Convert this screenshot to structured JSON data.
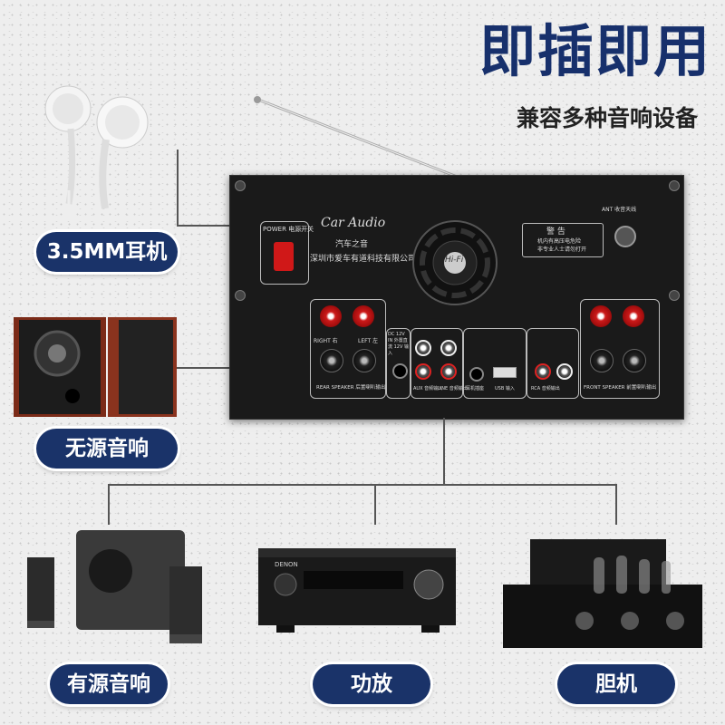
{
  "header": {
    "title": "即插即用",
    "subtitle": "兼容多种音响设备"
  },
  "labels": {
    "earphones": "3.5MM耳机",
    "passive_speakers": "无源音响",
    "active_speakers": "有源音响",
    "amplifier": "功放",
    "tube_amp": "胆机"
  },
  "panel": {
    "power_label": "POWER 电源开关",
    "brand": "Car Audio",
    "brand_cn": "汽车之音",
    "company": "深圳市爱车有道科技有限公司",
    "fan_label": "Hi-Fi",
    "warning_title": "警 告",
    "warning_line1": "机内有高压电危险",
    "warning_line2": "非专业人士请勿打开",
    "antenna_label": "ANT 收音天线",
    "rear_speaker": "REAR SPEAKER 后置喇叭输出",
    "front_speaker": "FRONT SPEAKER 前置喇叭输出",
    "right_left_1": "RIGHT 右",
    "left_1": "LEFT 左",
    "dc_input": "DC 12V IN 外置直流 12V 输入",
    "aux_in": "AUX 音频输入",
    "line_out": "LINE 音频输出",
    "usb_in": "USB 输入",
    "rca_out": "RCA 音频输出",
    "earphone_jack": "耳机插座",
    "denon_brand": "DENON"
  },
  "colors": {
    "accent": "#1a3369",
    "background": "#eeeeee"
  }
}
